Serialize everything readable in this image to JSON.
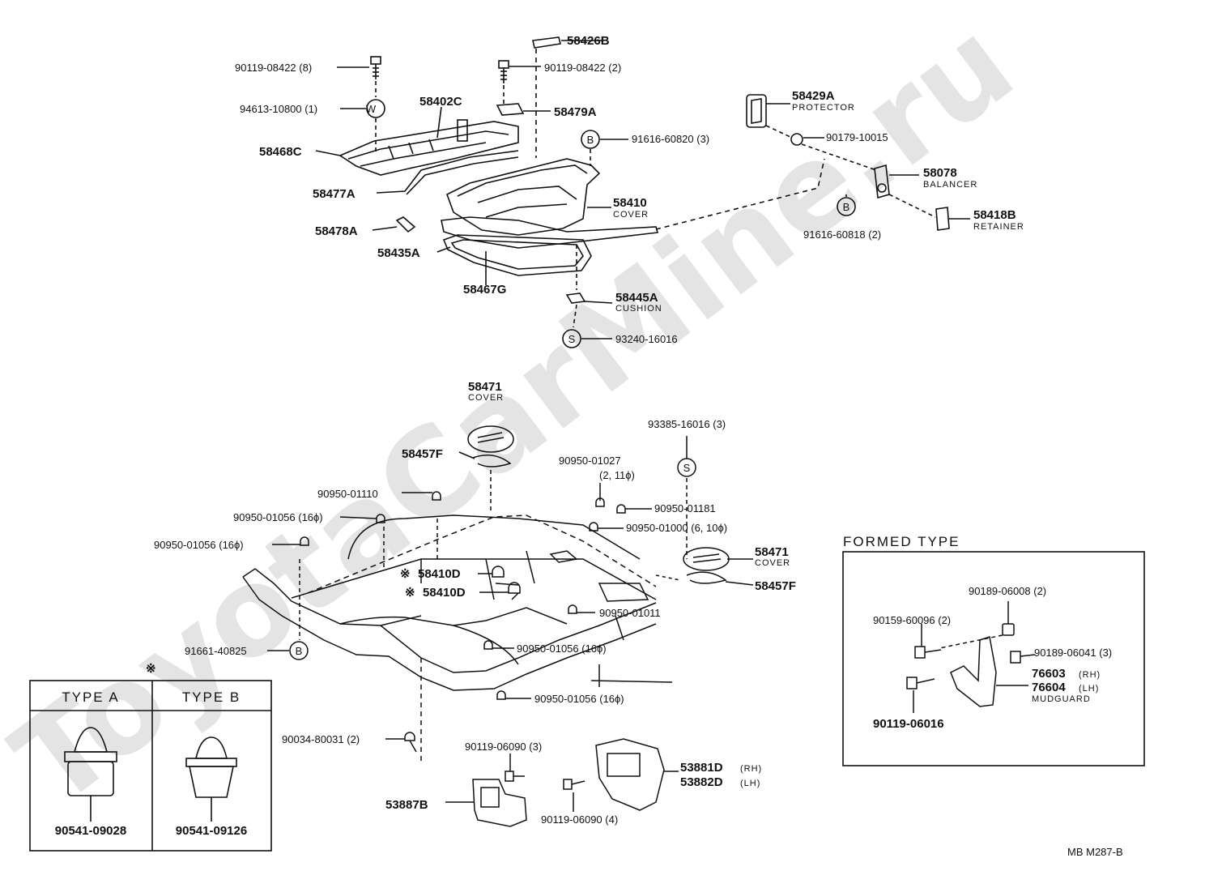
{
  "watermark": "ToyotaCarMine.ru",
  "diagram_id": "MB  M287-B",
  "symbol_star": "※",
  "symbol_W": "W",
  "symbol_B": "B",
  "symbol_S": "S",
  "labels": {
    "p58426B": "58426B",
    "p90119_08422_8": "90119-08422 (8)",
    "p90119_08422_2": "90119-08422 (2)",
    "p94613_10800": "94613-10800 (1)",
    "p58402C": "58402C",
    "p58479A": "58479A",
    "p58468C": "58468C",
    "p91616_60820": "91616-60820 (3)",
    "p58477A": "58477A",
    "p58410": "58410",
    "p58410_sub": "COVER",
    "p58478A": "58478A",
    "p58435A": "58435A",
    "p58467G": "58467G",
    "p58445A": "58445A",
    "p58445A_sub": "CUSHION",
    "p93240_16016": "93240-16016",
    "p58429A": "58429A",
    "p58429A_sub": "PROTECTOR",
    "p90179_10015": "90179-10015",
    "p58078": "58078",
    "p58078_sub": "BALANCER",
    "p91616_60818": "91616-60818 (2)",
    "p58418B": "58418B",
    "p58418B_sub": "RETAINER",
    "p58471_top": "58471",
    "p58471_top_sub": "COVER",
    "p58457F_top": "58457F",
    "p90950_01027": "90950-01027",
    "p90950_01027_sub": "(2, 11ϕ)",
    "p93385_16016": "93385-16016 (3)",
    "p90950_01110": "90950-01110",
    "p90950_01181": "90950-01181",
    "p90950_01056_a": "90950-01056 (16ϕ)",
    "p90950_01000": "90950-01000 (6, 10ϕ)",
    "p90950_01056_b": "90950-01056 (16ϕ)",
    "p58471_right": "58471",
    "p58471_right_sub": "COVER",
    "p58410D_1": "58410D",
    "p58410D_2": "58410D",
    "p58457F_right": "58457F",
    "p90950_01011": "90950-01011",
    "p91661_40825": "91661-40825",
    "p90950_01056_c": "90950-01056 (16ϕ)",
    "p90950_01056_d": "90950-01056 (16ϕ)",
    "p90034_80031": "90034-80031 (2)",
    "p90119_06090_3": "90119-06090 (3)",
    "p53881D": "53881D",
    "p53881D_sub": "(RH)",
    "p53882D": "53882D",
    "p53882D_sub": "(LH)",
    "p53887B": "53887B",
    "p90119_06090_4": "90119-06090 (4)"
  },
  "inset_types": {
    "type_a": "TYPE  A",
    "type_b": "TYPE  B",
    "type_a_part": "90541-09028",
    "type_b_part": "90541-09126"
  },
  "formed_type": {
    "title": "FORMED  TYPE",
    "p90189_06008": "90189-06008 (2)",
    "p90159_60096": "90159-60096 (2)",
    "p90189_06041": "90189-06041 (3)",
    "p76603": "76603",
    "p76603_sub": "(RH)",
    "p76604": "76604",
    "p76604_sub": "(LH)",
    "mudguard": "MUDGUARD",
    "p90119_06016": "90119-06016"
  }
}
